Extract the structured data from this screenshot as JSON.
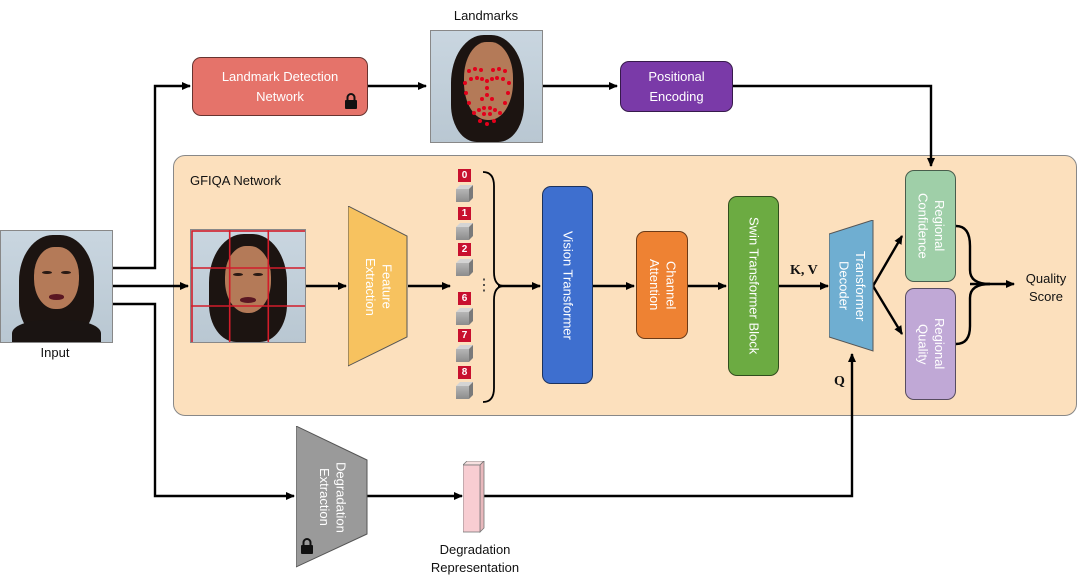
{
  "labels": {
    "input": "Input",
    "landmarks": "Landmarks",
    "gfiqa_network": "GFIQA Network",
    "kv": "K, V",
    "q": "Q",
    "quality_score": "Quality\nScore",
    "degradation_representation": "Degradation\nRepresentation"
  },
  "blocks": {
    "landmark_detection": "Landmark Detection\nNetwork",
    "positional_encoding": "Positional\nEncoding",
    "feature_extraction": "Feature\nExtraction",
    "vision_transformer": "Vision Transformer",
    "channel_attention": "Channel\nAttention",
    "swin_transformer": "Swin Transformer Block",
    "transformer_decoder": "Transformer\nDecoder",
    "regional_confidence": "Regional\nConfidence",
    "regional_quality": "Regional\nQuality",
    "degradation_extraction": "Degradation\nExtraction"
  },
  "tokens": [
    "0",
    "1",
    "2",
    "6",
    "7",
    "8"
  ],
  "ellipsis": "⋮",
  "colors": {
    "landmark_detection": "#e5736a",
    "positional_encoding": "#7a3aa8",
    "feature_extraction": "#f7c25f",
    "vision_transformer": "#3e6fcf",
    "channel_attention": "#ee8233",
    "swin_transformer": "#6cab42",
    "transformer_decoder": "#6faed1",
    "regional_confidence": "#9fcfa8",
    "regional_quality": "#c0a8d6",
    "degradation_extraction": "#9a9a9a",
    "gfiqa_panel": "#fce0bd",
    "token_tag": "#c8102e"
  },
  "icons": [
    "lock-icon",
    "arrow-icon",
    "grid-icon",
    "cube-icon"
  ]
}
